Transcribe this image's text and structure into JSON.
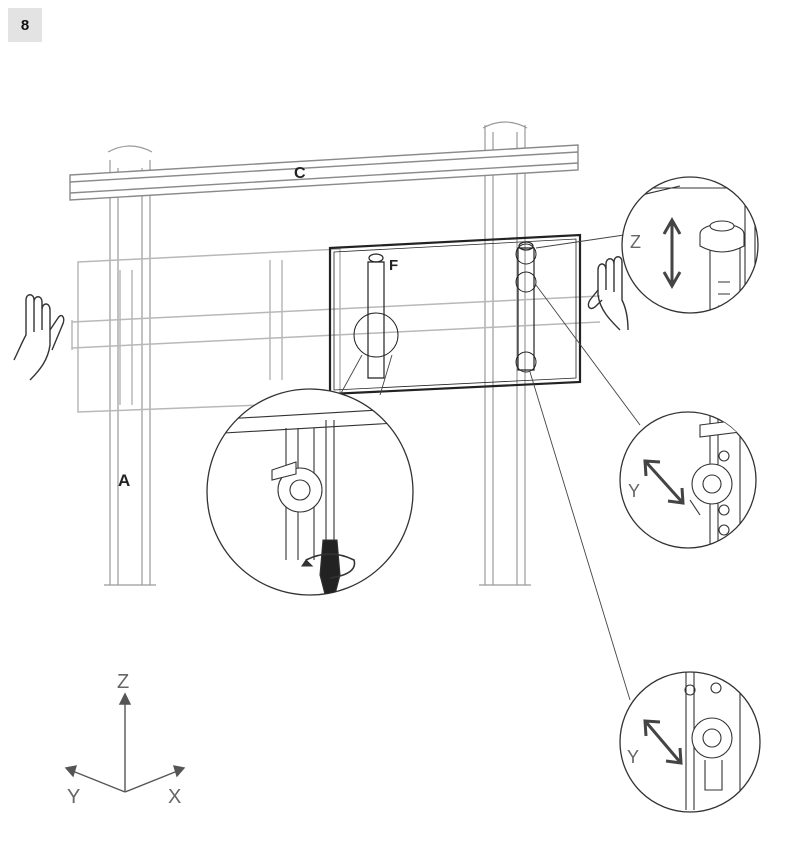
{
  "step": {
    "number": "8"
  },
  "labels": {
    "column": "A",
    "crossbar": "C",
    "bracket": "F",
    "detail_top_axis": "Z",
    "detail_mid_axis": "Y",
    "detail_bottom_axis": "Y"
  },
  "axes": {
    "z": "Z",
    "y": "Y",
    "x": "X"
  },
  "colors": {
    "line": "#3a3a3a",
    "ghost": "#b8b8b8",
    "frame": "#222222"
  }
}
